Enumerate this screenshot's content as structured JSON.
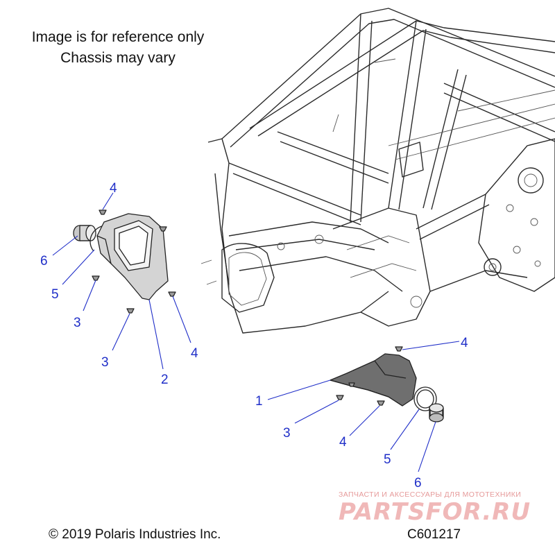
{
  "notes": {
    "line1": "Image is for reference only",
    "line2": "Chassis may vary"
  },
  "callouts": {
    "left_4_top": "4",
    "left_6": "6",
    "left_5": "5",
    "left_3_upper": "3",
    "left_3_lower": "3",
    "left_2": "2",
    "left_4_right": "4",
    "right_4_top": "4",
    "right_1": "1",
    "right_3": "3",
    "right_4_lower": "4",
    "right_5": "5",
    "right_6": "6"
  },
  "footer": {
    "copyright": "© 2019 Polaris Industries Inc.",
    "code": "C601217"
  },
  "watermark": {
    "tagline": "ЗАПЧАСТИ И АКСЕССУАРЫ ДЛЯ МОТОТЕХНИКИ",
    "logo": "PARTSFOR.RU"
  },
  "colors": {
    "callout": "#1f2ec8",
    "watermark": "#f0b8b8"
  }
}
